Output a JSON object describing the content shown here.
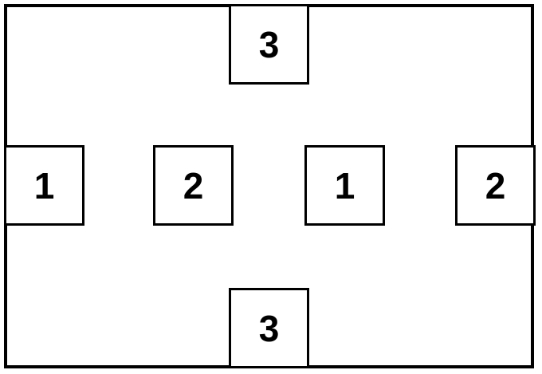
{
  "diagram": {
    "cells": {
      "top": "3",
      "left_edge": "1",
      "middle_left": "2",
      "middle_right": "1",
      "right_edge": "2",
      "bottom": "3"
    }
  }
}
